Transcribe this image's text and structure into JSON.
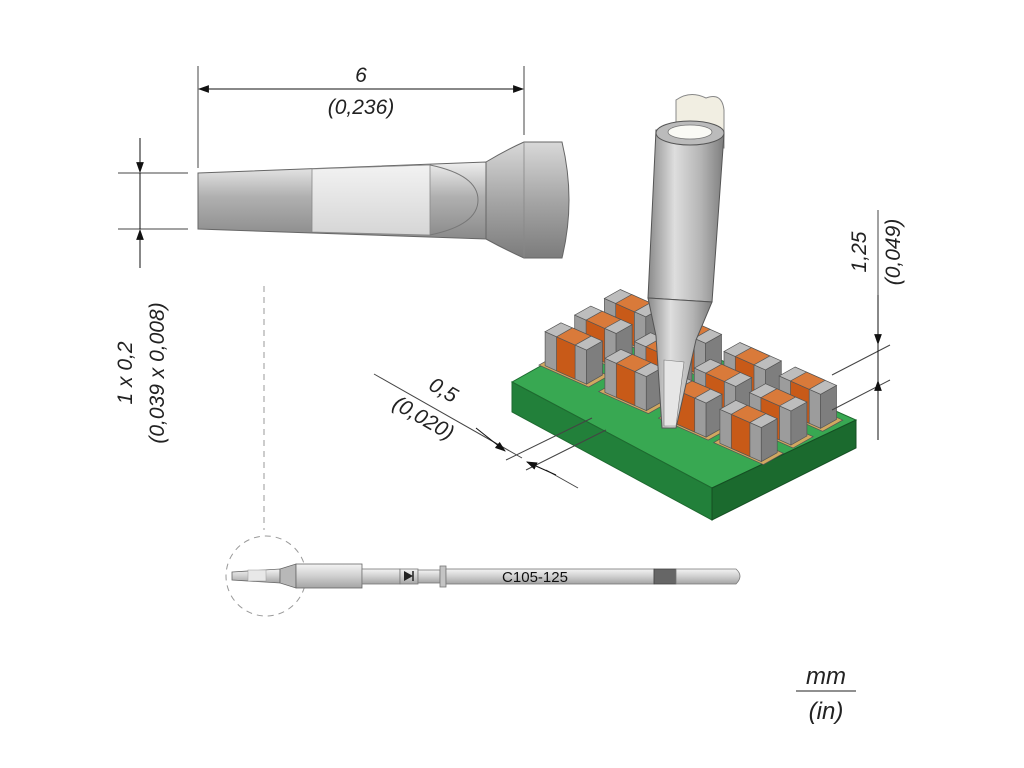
{
  "dimensions": {
    "length_mm": "6",
    "length_in": "(0,236)",
    "tip_mm": "1 x 0,2",
    "tip_in": "(0,039 x 0,008)",
    "pitch_mm": "0,5",
    "pitch_in": "(0,020)",
    "height_mm": "1,25",
    "height_in": "(0,049)"
  },
  "part_number": "C105-125",
  "units": {
    "primary": "mm",
    "secondary": "(in)"
  },
  "colors": {
    "metal": "#a8a8a8",
    "metal_light": "#d8d8d8",
    "pcb": "#2e9a48",
    "pad": "#d0a860",
    "component_body": "#9c9c9c",
    "component_band": "#c85a18"
  }
}
